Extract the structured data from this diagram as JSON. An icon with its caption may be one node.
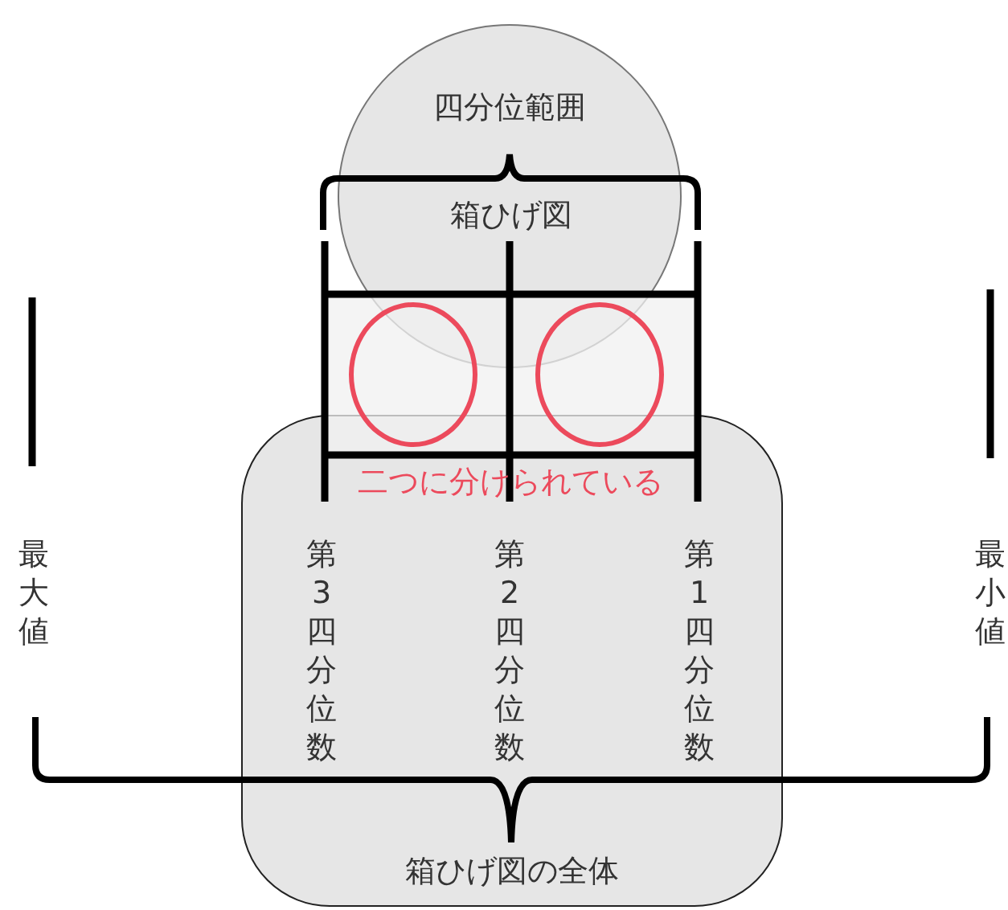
{
  "diagram": {
    "nodes": [
      {
        "text": [
          "四分位範囲"
        ]
      },
      {
        "text": [
          "箱ひげ図の全体"
        ]
      },
      {
        "text": [],
        "shape": "circle"
      },
      {
        "text": [],
        "shape": "circle"
      }
    ],
    "labels": [
      "箱ひげ図",
      "二つに分けられている",
      "最大値",
      "第3四分位数",
      "第2四分位数",
      "第1四分位数",
      "最小値"
    ]
  }
}
